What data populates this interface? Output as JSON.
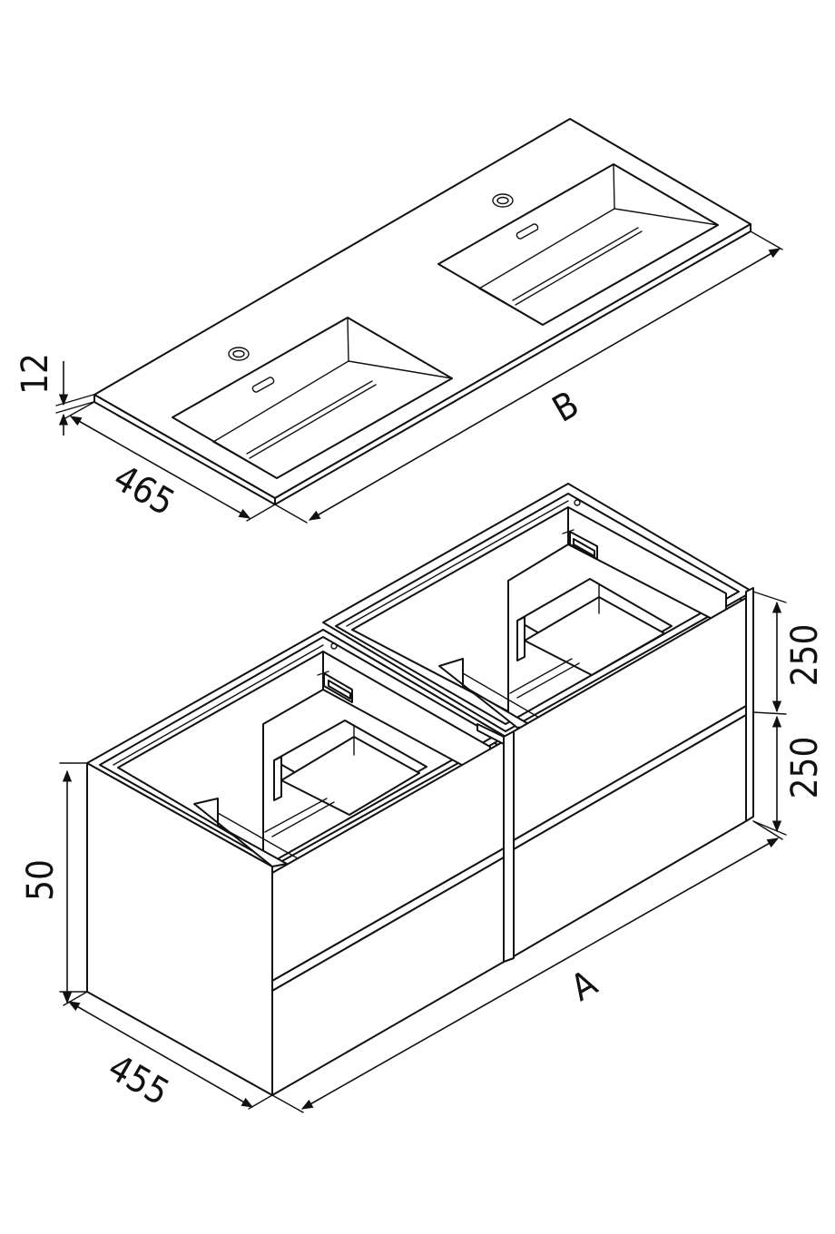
{
  "dimensions": {
    "countertop_thickness": "12",
    "countertop_depth": "465",
    "countertop_width": "B",
    "cabinet_height": "50",
    "drawer_top_height": "250",
    "drawer_bottom_height": "250",
    "cabinet_depth": "455",
    "cabinet_width": "A"
  },
  "colors": {
    "line": "#111111",
    "background": "#ffffff"
  }
}
